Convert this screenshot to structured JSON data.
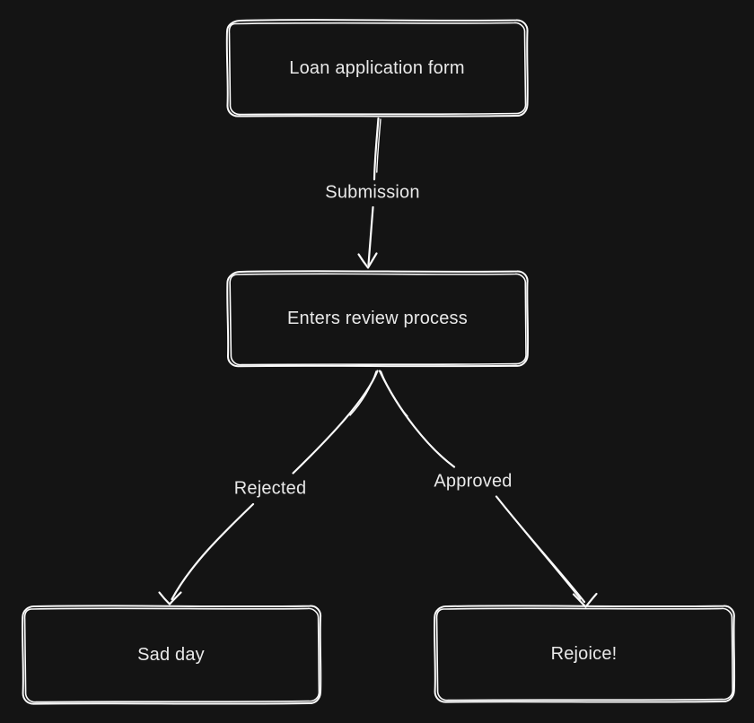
{
  "canvas": {
    "background_color": "#141414",
    "stroke_color": "#fafafa",
    "text_color": "#e9e9e9"
  },
  "nodes": [
    {
      "id": "loan-application-form",
      "label": "Loan application form"
    },
    {
      "id": "enters-review-process",
      "label": "Enters review process"
    },
    {
      "id": "sad-day",
      "label": "Sad day"
    },
    {
      "id": "rejoice",
      "label": "Rejoice!"
    }
  ],
  "edges": [
    {
      "id": "submission",
      "from": "loan-application-form",
      "to": "enters-review-process",
      "label": "Submission"
    },
    {
      "id": "rejected",
      "from": "enters-review-process",
      "to": "sad-day",
      "label": "Rejected"
    },
    {
      "id": "approved",
      "from": "enters-review-process",
      "to": "rejoice",
      "label": "Approved"
    }
  ]
}
